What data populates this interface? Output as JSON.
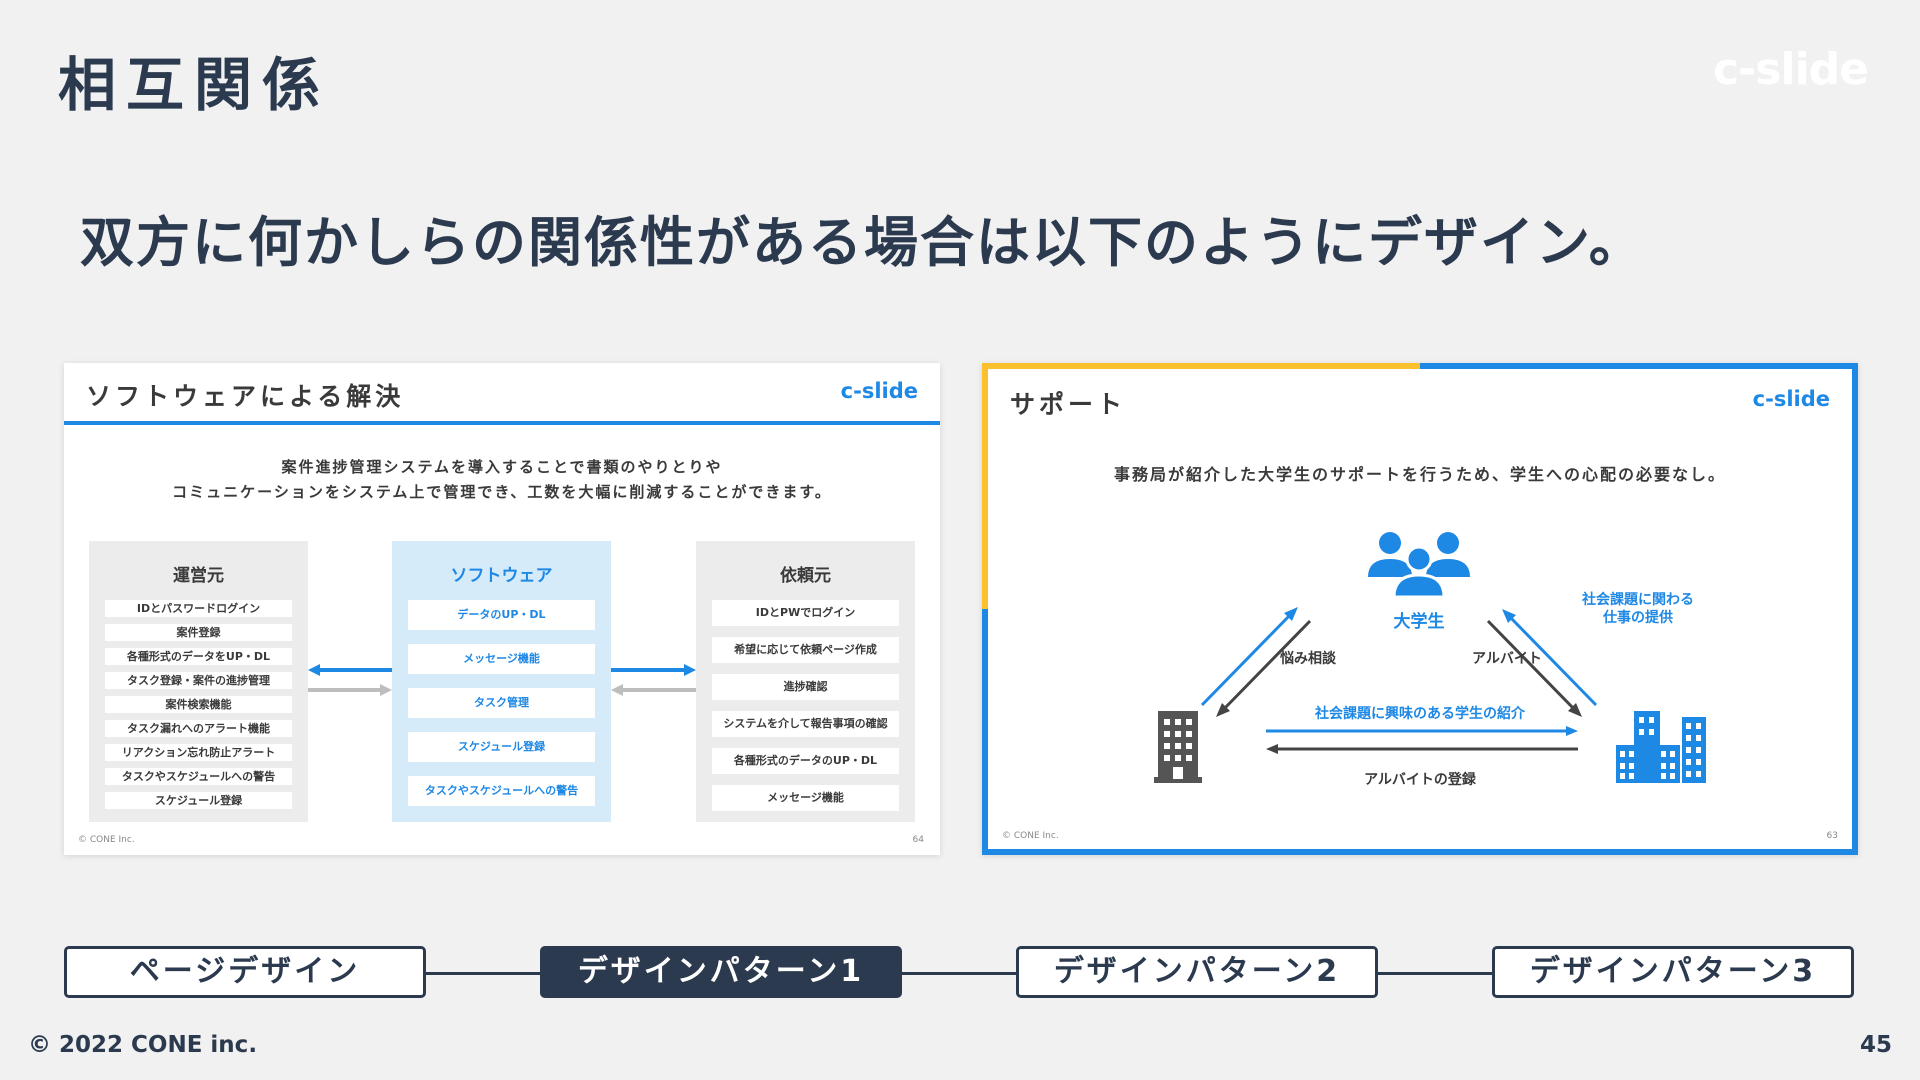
{
  "header": {
    "title": "相互関係",
    "logo": "c-slide"
  },
  "headline": "双方に何かしらの関係性がある場合は以下のようにデザイン。",
  "slide_left": {
    "title": "ソフトウェアによる解決",
    "logo": "c-slide",
    "description_line1": "案件進捗管理システムを導入することで書類のやりとりや",
    "description_line2": "コミュニケーションをシステム上で管理でき、工数を大幅に削減することができます。",
    "operator": {
      "title": "運営元",
      "items": [
        "IDとパスワードログイン",
        "案件登録",
        "各種形式のデータをUP・DL",
        "タスク登録・案件の進捗管理",
        "案件検索機能",
        "タスク漏れへのアラート機能",
        "リアクション忘れ防止アラート",
        "タスクやスケジュールへの警告",
        "スケジュール登録"
      ]
    },
    "software": {
      "title": "ソフトウェア",
      "items": [
        "データのUP・DL",
        "メッセージ機能",
        "タスク管理",
        "スケジュール登録",
        "タスクやスケジュールへの警告"
      ]
    },
    "client": {
      "title": "依頼元",
      "items": [
        "IDとPWでログイン",
        "希望に応じて依頼ページ作成",
        "進捗確認",
        "システムを介して報告事項の確認",
        "各種形式のデータのUP・DL",
        "メッセージ機能"
      ]
    },
    "copyright": "© CONE Inc.",
    "page_no": "64"
  },
  "slide_right": {
    "title": "サポート",
    "logo": "c-slide",
    "description": "事務局が紹介した大学生のサポートを行うため、学生への心配の必要なし。",
    "students_label": "大学生",
    "left_arrow_label": "悩み相談",
    "right_arrow_label": "アルバイト",
    "right_blue_label_line1": "社会課題に関わる",
    "right_blue_label_line2": "仕事の提供",
    "bottom_blue_label": "社会課題に興味のある学生の紹介",
    "bottom_dark_label": "アルバイトの登録",
    "copyright": "© CONE Inc.",
    "page_no": "63"
  },
  "nav": {
    "items": [
      {
        "label": "ページデザイン",
        "active": false
      },
      {
        "label": "デザインパターン1",
        "active": true
      },
      {
        "label": "デザインパターン2",
        "active": false
      },
      {
        "label": "デザインパターン3",
        "active": false
      }
    ]
  },
  "footer": {
    "copyright": "© 2022 CONE inc.",
    "page_number": "45"
  },
  "colors": {
    "navy": "#2b3a4e",
    "blue": "#1e88e5",
    "yellow": "#fbc02d",
    "background": "#f1f1f1"
  }
}
